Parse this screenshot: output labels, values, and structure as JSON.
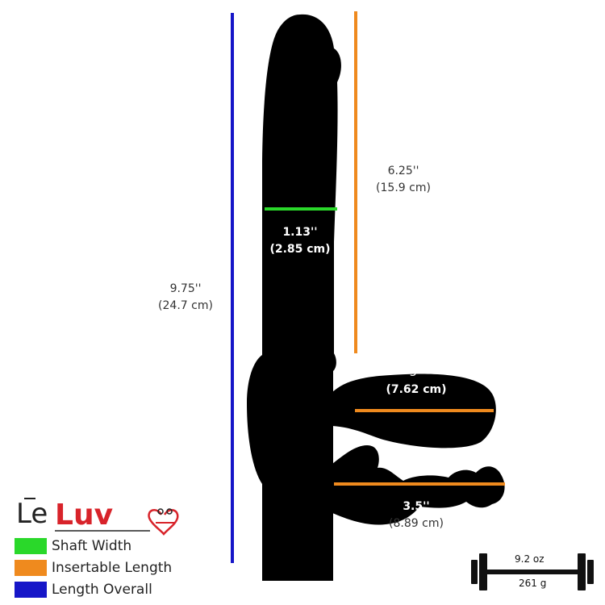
{
  "brand": {
    "le": "Le",
    "luv": "Luv"
  },
  "colors": {
    "shaft_width": "#2ad82a",
    "insertable_length": "#ef8a1e",
    "length_overall": "#1616c8",
    "product": "#000000",
    "brand_red": "#d8232a"
  },
  "measurements": {
    "overall": {
      "in": "9.75''",
      "cm": "(24.7 cm)"
    },
    "insertable": {
      "in": "6.25''",
      "cm": "(15.9 cm)"
    },
    "shaft_width": {
      "in": "1.13''",
      "cm": "(2.85 cm)"
    },
    "upper_arm": {
      "in": "3''",
      "cm": "(7.62 cm)"
    },
    "lower_arm": {
      "in": "3.5''",
      "cm": "(8.89 cm)"
    }
  },
  "legend": [
    {
      "label": "Shaft Width",
      "color": "#2ad82a"
    },
    {
      "label": "Insertable Length",
      "color": "#ef8a1e"
    },
    {
      "label": "Length Overall",
      "color": "#1616c8"
    }
  ],
  "weight": {
    "oz": "9.2 oz",
    "g": "261 g",
    "icon": "dumbbell-icon"
  }
}
